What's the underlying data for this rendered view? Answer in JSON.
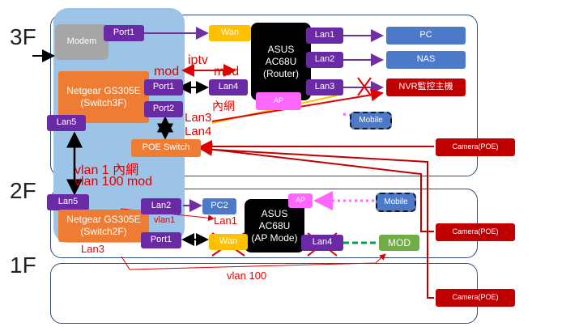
{
  "floors": [
    "3F",
    "2F",
    "1F"
  ],
  "colors": {
    "purple": "#6a2aa5",
    "orange": "#ee7d33",
    "blue": "#4c7ac9",
    "red": "#c00000",
    "yellow": "#ffc000",
    "green": "#70ad47",
    "pink": "#ff66ff",
    "switch_area": "#9dc3e6"
  },
  "nodes": {
    "modem": "Modem",
    "port1_3f_modem": "Port1",
    "wan_3f": "Wan",
    "router_3f": "ASUS\nAC68U\n(Router)",
    "lan1_3f": "Lan1",
    "lan2_3f": "Lan2",
    "lan3_3f": "Lan3",
    "pc": "PC",
    "nas": "NAS",
    "nvr": "NVR監控主機",
    "switch3f": "Netgear GS305E\n(Switch3F)",
    "port1_3f": "Port1",
    "port2_3f": "Port2",
    "lan4_3f": "Lan4",
    "ap_3f": "AP",
    "mobile_3f": "Mobile",
    "lan5_3f": "Lan5",
    "poe_switch": "POE Switch",
    "camera1": "Camera(POE)",
    "camera2": "Camera(POE)",
    "camera3": "Camera(POE)",
    "lan5_2f": "Lan5",
    "switch2f": "Netgear GS305E\n(Switch2F)",
    "lan2_2f": "Lan2",
    "pc2": "PC2",
    "router_2f": "ASUS\nAC68U\n(AP Mode)",
    "ap_2f": "AP",
    "mobile_2f": "Mobile",
    "port1_2f": "Port1",
    "wan_2f": "Wan",
    "lan4_2f": "Lan4",
    "mod": "MOD"
  },
  "annotations": {
    "iptv": "iptv",
    "mod_left": "mod",
    "mod_right": "mod",
    "intranet_3f": "內網",
    "lan3_red": "Lan3",
    "lan4_red": "Lan4",
    "vlan1": "vlan 1 內網",
    "vlan100": "vlan 100 mod",
    "vlan1_small": "vlan1",
    "lan1_red": "Lan1",
    "lan3_2f": "Lan3",
    "vlan100_1f": "vlan 100"
  }
}
